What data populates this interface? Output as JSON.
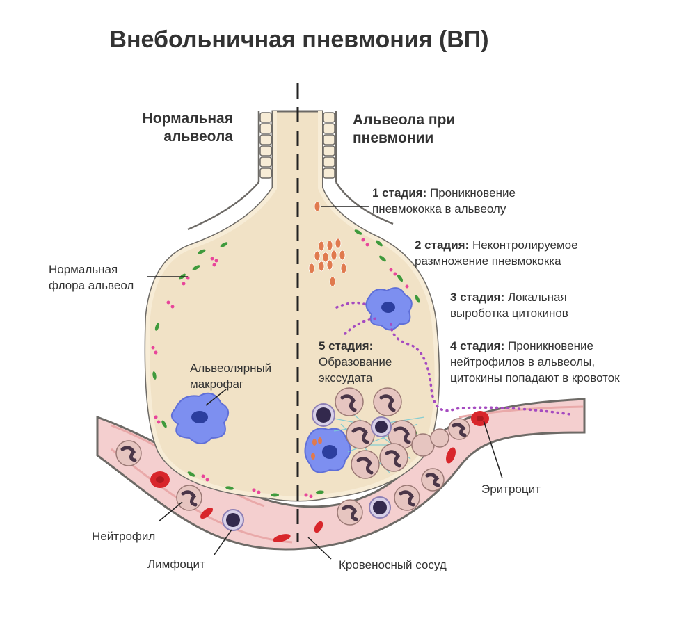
{
  "title": "Внебольничная пневмония (ВП)",
  "headers": {
    "normal_line1": "Нормальная",
    "normal_line2": "альвеола",
    "pneumonia_line1": "Альвеола при",
    "pneumonia_line2": "пневмонии"
  },
  "stages": [
    {
      "name": "1 стадия:",
      "line1": "Проникновение",
      "line2": "пневмококка в альвеолу",
      "line3": ""
    },
    {
      "name": "2 стадия:",
      "line1": "Неконтролируемое",
      "line2": "размножение пневмококка",
      "line3": ""
    },
    {
      "name": "3 стадия:",
      "line1": "Локальная",
      "line2": "выроботка цитокинов",
      "line3": ""
    },
    {
      "name": "4 стадия:",
      "line1": "Проникновение",
      "line2": "нейтрофилов в альвеолы,",
      "line3": "цитокины попадают в кровоток"
    },
    {
      "name": "5 стадия:",
      "line1": "Образование",
      "line2": "экссудата",
      "line3": ""
    }
  ],
  "labels": {
    "flora_line1": "Нормальная",
    "flora_line2": "флора альвеол",
    "macrophage_line1": "Альвеолярный",
    "macrophage_line2": "макрофаг",
    "erythrocyte": "Эритроцит",
    "neutrophil": "Нейтрофил",
    "lymphocyte": "Лимфоцит",
    "vessel": "Кровеносный сосуд"
  },
  "colors": {
    "alveolus_fill": "#f1e2c6",
    "alveolus_wall": "#6d6a66",
    "vessel_fill": "#f4cfcf",
    "erythrocyte": "#d8262b",
    "macrophage": "#6f83e6",
    "cytokine_dots": "#a54bc0",
    "bacteria": "#e07a4e",
    "flora_green": "#3f9a3c",
    "flora_pink": "#e8459a"
  }
}
